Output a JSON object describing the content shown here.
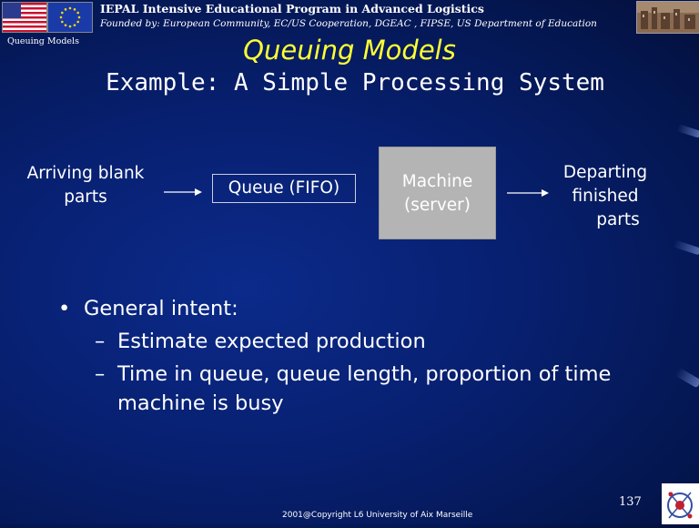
{
  "header": {
    "title": "IEPAL Intensive Educational Program in Advanced Logistics",
    "subtitle": "Founded by: European Community, EC/US Cooperation, DGEAC , FIPSE, US Department of Education",
    "corner_label": "Queuing Models"
  },
  "slide": {
    "title": "Queuing Models",
    "subtitle": "Example: A Simple Processing System"
  },
  "diagram": {
    "arriving_line1": "Arriving blank",
    "arriving_line2": "parts",
    "queue_label": "Queue (FIFO)",
    "machine_line1": "Machine",
    "machine_line2": "(server)",
    "departing_line1": "Departing",
    "departing_line2": "finished",
    "departing_line3": "parts"
  },
  "bullets": {
    "main": "General intent:",
    "sub1": "Estimate expected production",
    "sub2": "Time in queue, queue length, proportion of time",
    "sub2_cont": "machine is busy",
    "bullet_char": "•",
    "dash_char": "–"
  },
  "footer": {
    "page_number": "137",
    "copyright": "2001@Copyright  L6 University of Aix Marseille"
  },
  "colors": {
    "title": "#ffff33",
    "background": "#071f6e",
    "machine_box": "#b4b4b4"
  }
}
